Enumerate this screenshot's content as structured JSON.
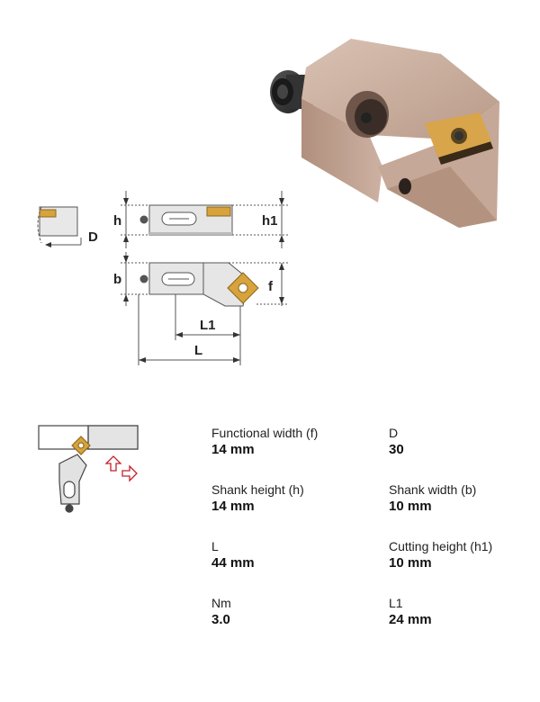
{
  "diagram": {
    "labels": {
      "h": "h",
      "h1": "h1",
      "b": "b",
      "f": "f",
      "L1": "L1",
      "L": "L",
      "D": "D"
    }
  },
  "specs": [
    {
      "label": "Functional width (f)",
      "value": "14 mm"
    },
    {
      "label": "D",
      "value": "30"
    },
    {
      "label": "Shank height (h)",
      "value": "14 mm"
    },
    {
      "label": "Shank width (b)",
      "value": "10 mm"
    },
    {
      "label": "L",
      "value": "44 mm"
    },
    {
      "label": "Cutting height (h1)",
      "value": "10 mm"
    },
    {
      "label": "Nm",
      "value": "3.0"
    },
    {
      "label": "L1",
      "value": "24 mm"
    }
  ],
  "colors": {
    "holder_body": "#c7a898",
    "insert": "#d8a23c",
    "arrow_red": "#c4202a"
  }
}
